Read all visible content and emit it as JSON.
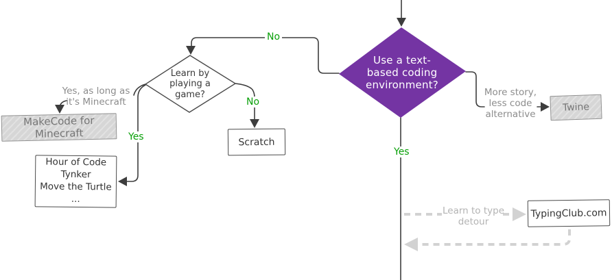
{
  "flowchart": {
    "nodes": {
      "text_env": {
        "label": "Use a text-\nbased coding\nenvironment?"
      },
      "game": {
        "label": "Learn by\nplaying a\ngame?"
      },
      "makecode": {
        "label": "MakeCode for Minecraft"
      },
      "game_options": {
        "label": "Hour of Code\nTynker\nMove the Turtle\n..."
      },
      "scratch": {
        "label": "Scratch"
      },
      "twine": {
        "label": "Twine"
      },
      "typingclub": {
        "label": "TypingClub.com"
      }
    },
    "edge_labels": {
      "no_to_game": "No",
      "no_to_scratch": "No",
      "yes_to_options": "Yes",
      "yes_down": "Yes",
      "minecraft_condition": "Yes, as long as\nit's Minecraft",
      "twine_note": "More story,\nless code\nalternative",
      "typing_detour": "Learn to type\ndetour"
    },
    "colors": {
      "decision_purple": "#7434a3",
      "edge_dark": "#3d3d3d",
      "label_green": "#0aa00a",
      "label_gray": "#8c8c8c",
      "detour_gray": "#d2d2d2",
      "hatch_fill": "#d6d6d6"
    }
  }
}
